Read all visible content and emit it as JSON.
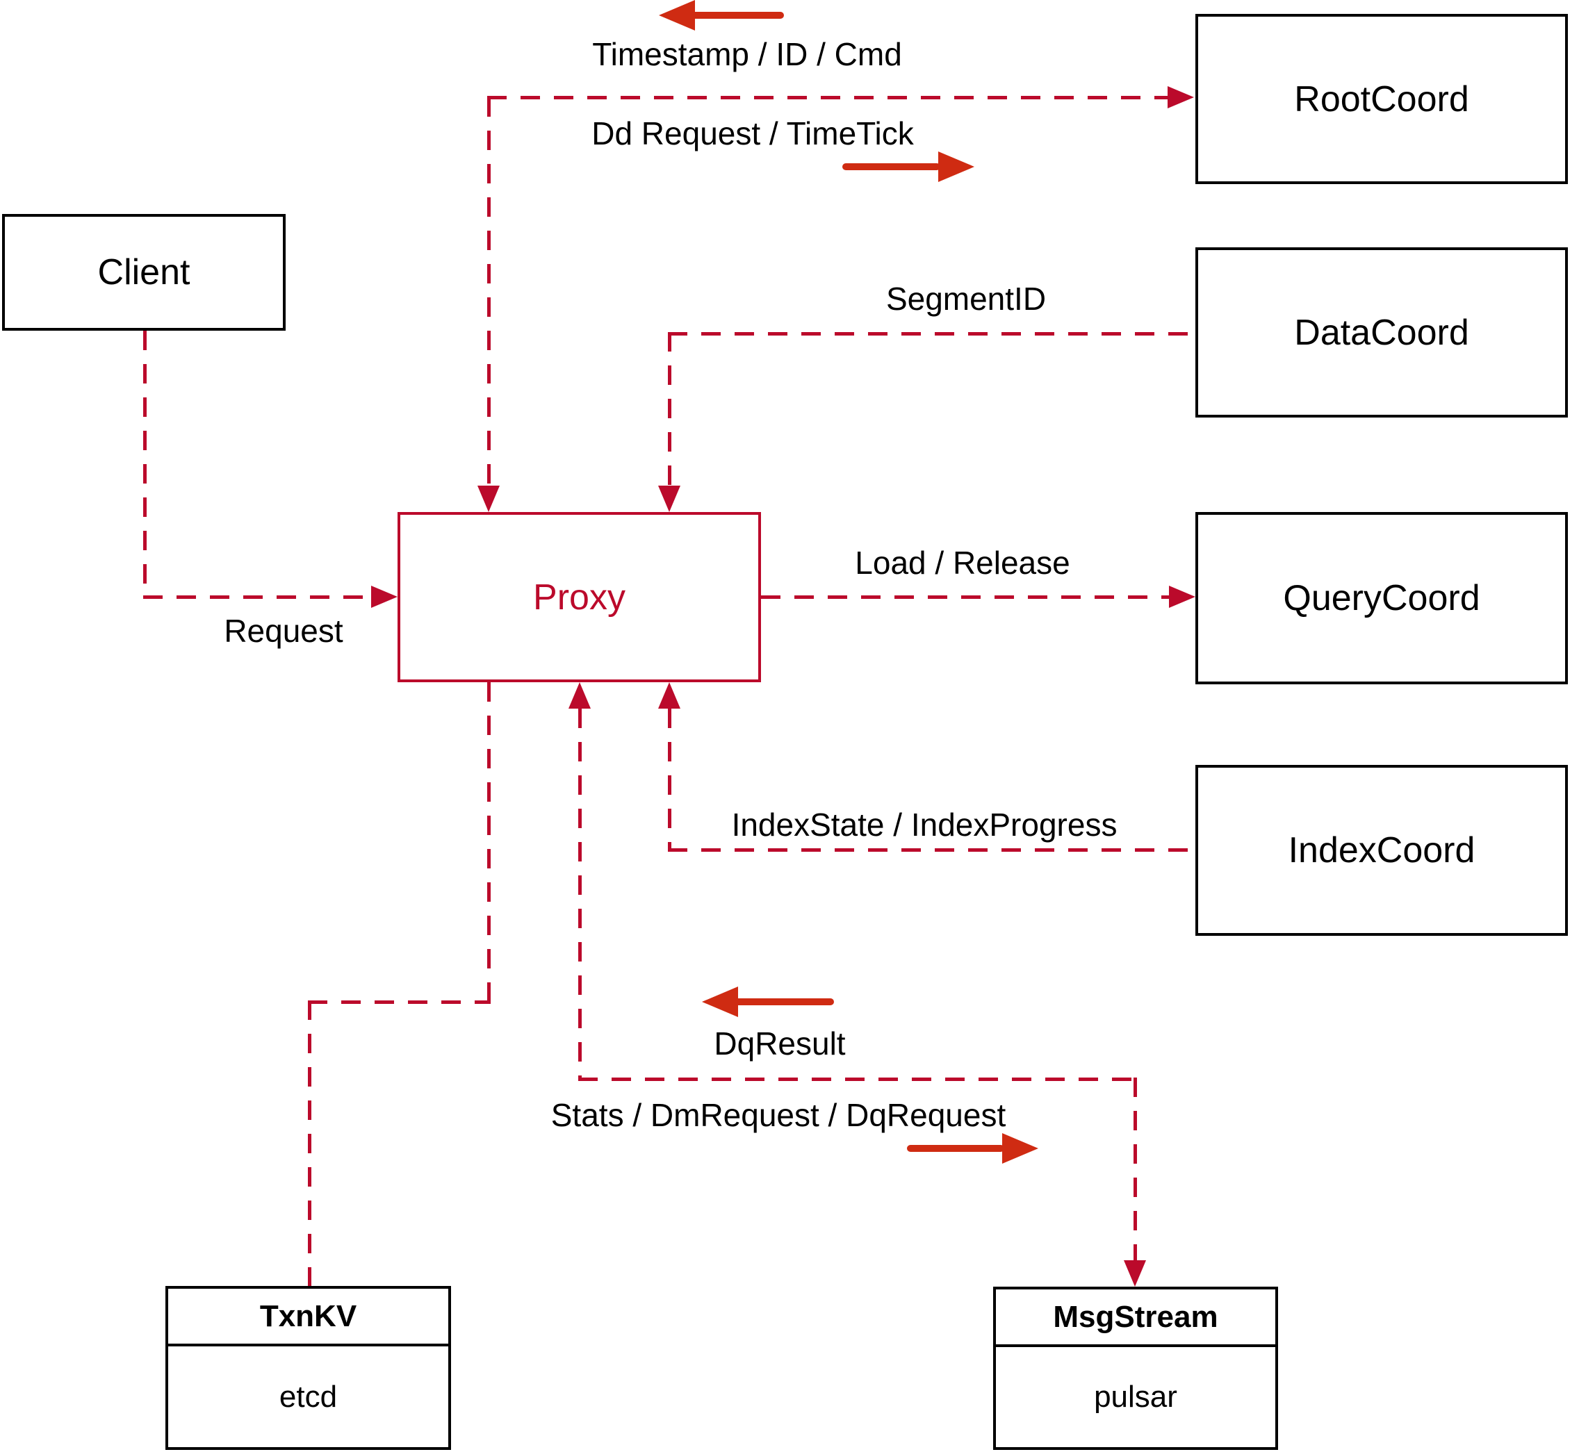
{
  "diagram": {
    "nodes": {
      "client": {
        "label": "Client"
      },
      "proxy": {
        "label": "Proxy"
      },
      "rootcoord": {
        "label": "RootCoord"
      },
      "datacoord": {
        "label": "DataCoord"
      },
      "querycoord": {
        "label": "QueryCoord"
      },
      "indexcoord": {
        "label": "IndexCoord"
      },
      "txnkv": {
        "title": "TxnKV",
        "impl": "etcd"
      },
      "msgstream": {
        "title": "MsgStream",
        "impl": "pulsar"
      }
    },
    "edge_labels": {
      "timestamp": "Timestamp / ID / Cmd",
      "dd_request": "Dd Request / TimeTick",
      "segment_id": "SegmentID",
      "request": "Request",
      "load_release": "Load / Release",
      "index_state": "IndexState / IndexProgress",
      "dq_result": "DqResult",
      "stats": "Stats / DmRequest / DqRequest"
    },
    "colors": {
      "line": "#bb0a2b",
      "arrow": "#cf2b12",
      "border": "#000000",
      "text": "#000000",
      "background": "#ffffff"
    }
  }
}
